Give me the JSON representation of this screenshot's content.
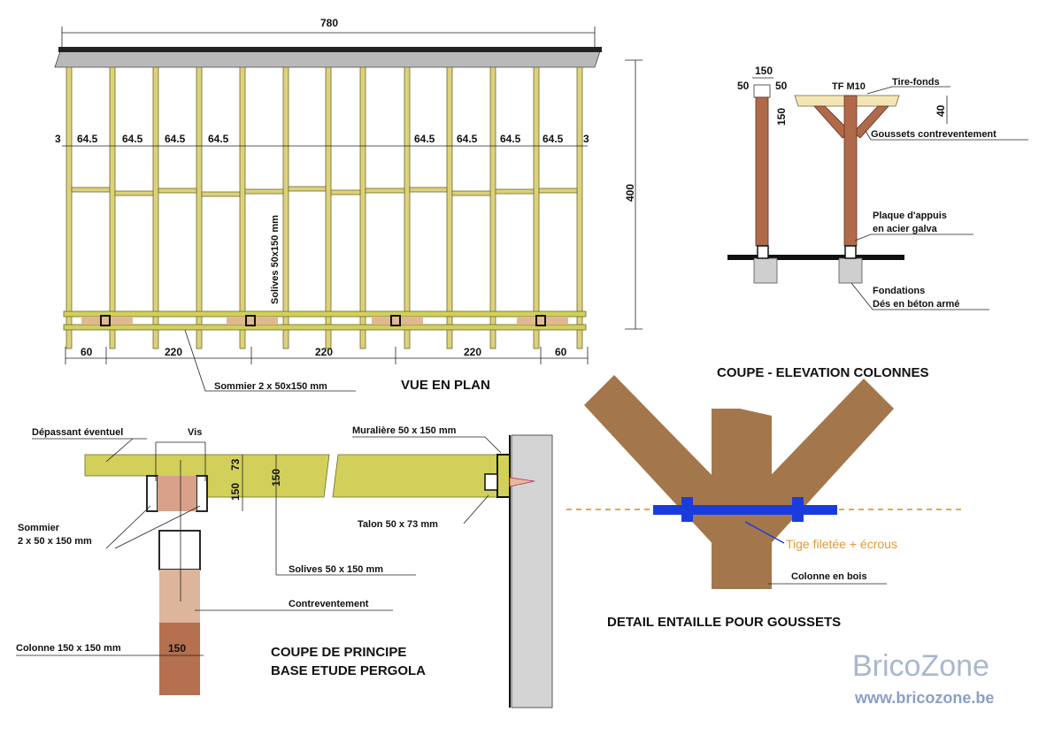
{
  "plan": {
    "title": "VUE EN PLAN",
    "width_dim": "780",
    "height_dim": "400",
    "edge_dim": "3",
    "joist_spacing": "64.5",
    "joist_label": "Solives 50x150 mm",
    "beam_label": "Sommier 2 x 50x150 mm",
    "bottom_dims": [
      "60",
      "220",
      "220",
      "220",
      "60"
    ]
  },
  "elevation": {
    "title": "COUPE - ELEVATION COLONNES",
    "d150": "150",
    "d50a": "50",
    "d50b": "50",
    "d150v": "150",
    "d40": "40",
    "tf": "TF M10",
    "tirefonds": "Tire-fonds",
    "goussets": "Goussets contreventement",
    "plaque1": "Plaque d'appuis",
    "plaque2": "en acier galva",
    "fond1": "Fondations",
    "fond2": "Dés en béton armé"
  },
  "section": {
    "title1": "COUPE DE PRINCIPE",
    "title2": "BASE ETUDE PERGOLA",
    "depassant": "Dépassant éventuel",
    "vis": "Vis",
    "muraliere": "Muralière 50 x 150 mm",
    "sommier1": "Sommier",
    "sommier2": "2 x 50 x 150 mm",
    "talon": "Talon 50 x 73 mm",
    "solives": "Solives 50 x 150 mm",
    "contrev": "Contreventement",
    "colonne": "Colonne 150 x 150 mm",
    "d73": "73",
    "d150a": "150",
    "d150b": "150",
    "d150c": "150"
  },
  "detail": {
    "title": "DETAIL ENTAILLE POUR GOUSSETS",
    "tige": "Tige filetée + écrous",
    "colonne": "Colonne en bois",
    "colors": {
      "wood": "#a3774b",
      "rod": "#1a3cdc",
      "accent": "#e39a34"
    }
  },
  "brand": {
    "name": "BricoZone",
    "url": "www.bricozone.be"
  }
}
